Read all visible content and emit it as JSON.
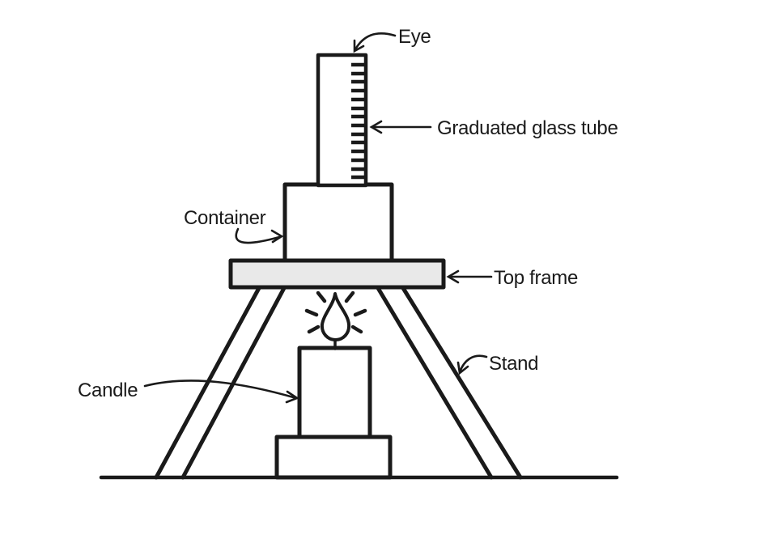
{
  "diagram": {
    "labels": {
      "eye": "Eye",
      "graduated_glass_tube": "Graduated glass tube",
      "container": "Container",
      "top_frame": "Top frame",
      "stand": "Stand",
      "candle": "Candle"
    },
    "colors": {
      "line": "#1a1a1a",
      "frame_fill": "#e9e9e9",
      "background": "#ffffff"
    },
    "tube_graduation_count": 14
  }
}
